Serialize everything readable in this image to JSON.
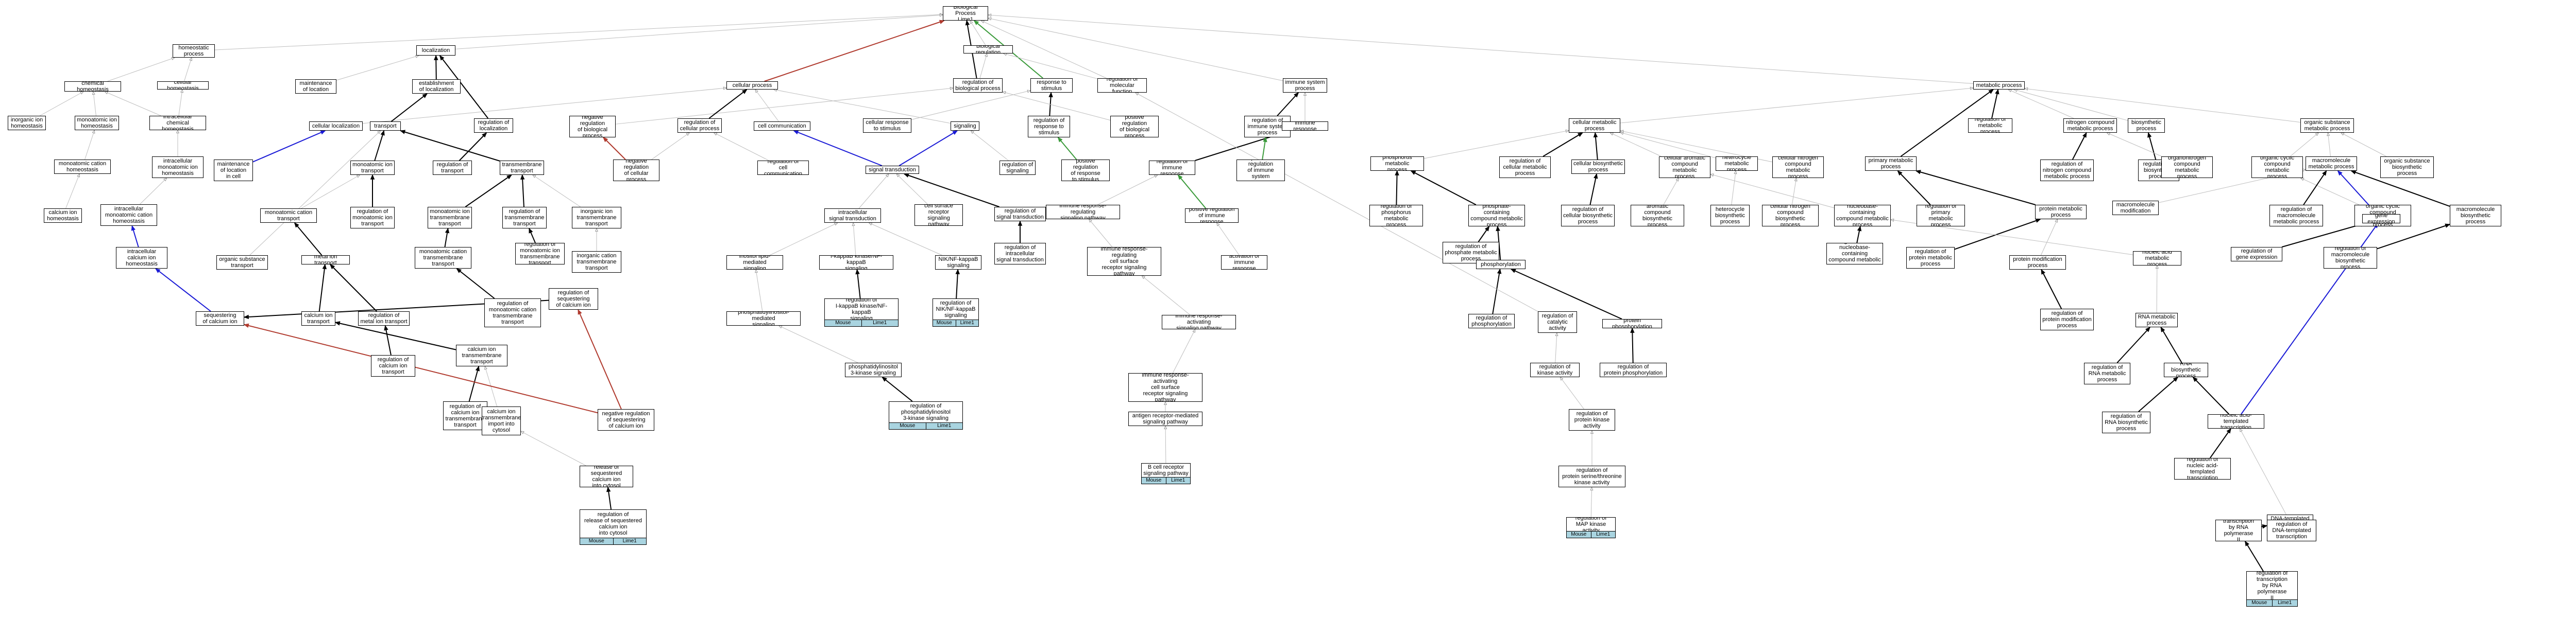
{
  "graph": {
    "nodes": [
      {
        "id": "root",
        "label": "Biological Process\nLime1"
      },
      {
        "id": "bioreg",
        "label": "biological regulation"
      },
      {
        "id": "homeo",
        "label": "homeostatic\nprocess"
      },
      {
        "id": "loc",
        "label": "localization"
      },
      {
        "id": "chemhomeo",
        "label": "chemical homeostasis"
      },
      {
        "id": "cellhomeo",
        "label": "cellular homeostasis"
      },
      {
        "id": "maintloc",
        "label": "maintenance\nof location"
      },
      {
        "id": "estloc",
        "label": "establishment\nof localization"
      },
      {
        "id": "cellproc",
        "label": "cellular process"
      },
      {
        "id": "regbio",
        "label": "regulation of\nbiological process"
      },
      {
        "id": "resp",
        "label": "response to\nstimulus"
      },
      {
        "id": "regmolfun",
        "label": "regulation of\nmolecular function"
      },
      {
        "id": "immsys",
        "label": "immune system\nprocess"
      },
      {
        "id": "metab",
        "label": "metabolic process"
      },
      {
        "id": "inorgion",
        "label": "inorganic ion\nhomeostasis"
      },
      {
        "id": "monoionhomeo",
        "label": "monoatomic ion\nhomeostasis"
      },
      {
        "id": "intracellchem",
        "label": "intracellular\nchemical homeostasis"
      },
      {
        "id": "cellloc",
        "label": "cellular localization"
      },
      {
        "id": "transport",
        "label": "transport"
      },
      {
        "id": "regloc",
        "label": "regulation of\nlocalization"
      },
      {
        "id": "negregbio",
        "label": "negative regulation\nof biological\nprocess"
      },
      {
        "id": "regcellproc",
        "label": "regulation of\ncellular process"
      },
      {
        "id": "cellcomm",
        "label": "cell communication"
      },
      {
        "id": "cellresp",
        "label": "cellular response\nto stimulus"
      },
      {
        "id": "signaling",
        "label": "signaling"
      },
      {
        "id": "regresp",
        "label": "regulation of\nresponse to\nstimulus"
      },
      {
        "id": "posregbio",
        "label": "positive regulation\nof biological\nprocess"
      },
      {
        "id": "regimmsys",
        "label": "regulation of\nimmune system\nprocess"
      },
      {
        "id": "immresp",
        "label": "immune response"
      },
      {
        "id": "cellmetab",
        "label": "cellular metabolic\nprocess"
      },
      {
        "id": "regmetab",
        "label": "regulation of\nmetabolic process"
      },
      {
        "id": "nitrocomp",
        "label": "nitrogen compound\nmetabolic process"
      },
      {
        "id": "biosyn",
        "label": "biosynthetic\nprocess"
      },
      {
        "id": "orgsub",
        "label": "organic substance\nmetabolic process"
      },
      {
        "id": "maintloccell",
        "label": "maintenance\nof location\nin cell"
      },
      {
        "id": "monocationhomeo",
        "label": "monoatomic cation\nhomeostasis"
      },
      {
        "id": "intramonohomeo",
        "label": "intracellular\nmonoatomic ion\nhomeostasis"
      },
      {
        "id": "monoiontrans",
        "label": "monoatomic ion\ntransport"
      },
      {
        "id": "regtrans",
        "label": "regulation of\ntransport"
      },
      {
        "id": "tmtrans",
        "label": "transmembrane\ntransport"
      },
      {
        "id": "negregcell",
        "label": "negative regulation\nof cellular\nprocess"
      },
      {
        "id": "regcellcomm",
        "label": "regulation of\ncell communication"
      },
      {
        "id": "sigtrans",
        "label": "signal transduction"
      },
      {
        "id": "regsig",
        "label": "regulation of\nsignaling"
      },
      {
        "id": "posregresp",
        "label": "positive regulation\nof response\nto stimulus"
      },
      {
        "id": "regimmresp",
        "label": "regulation of\nimmune response"
      },
      {
        "id": "posregimmsys",
        "label": "positive regulation\nof immune system\nprocess"
      },
      {
        "id": "phosmetab",
        "label": "phosphorus metabolic\nprocess"
      },
      {
        "id": "regcellmetab",
        "label": "regulation of\ncellular metabolic\nprocess"
      },
      {
        "id": "cellbiosyn",
        "label": "cellular biosynthetic\nprocess"
      },
      {
        "id": "cellarom",
        "label": "cellular aromatic\ncompound metabolic\nprocess"
      },
      {
        "id": "hetero",
        "label": "heterocycle\nmetabolic process"
      },
      {
        "id": "cellnitro",
        "label": "cellular nitrogen\ncompound metabolic\nprocess"
      },
      {
        "id": "primmetab",
        "label": "primary metabolic\nprocess"
      },
      {
        "id": "regnitro",
        "label": "regulation of\nnitrogen compound\nmetabolic process"
      },
      {
        "id": "regbiosyn",
        "label": "regulation of\nbiosynthetic\nprocess"
      },
      {
        "id": "organonitro",
        "label": "organonitrogen\ncompound metabolic\nprocess"
      },
      {
        "id": "orgcyc",
        "label": "organic cyclic\ncompound metabolic\nprocess"
      },
      {
        "id": "macromol",
        "label": "macromolecule\nmetabolic process"
      },
      {
        "id": "orgsubbio",
        "label": "organic substance\nbiosynthetic\nprocess"
      },
      {
        "id": "calcionhomeo",
        "label": "calcium ion\nhomeostasis"
      },
      {
        "id": "intramonocation",
        "label": "intracellular\nmonoatomic cation\nhomeostasis"
      },
      {
        "id": "monocationtrans",
        "label": "monoatomic cation\ntransport"
      },
      {
        "id": "regmonoion",
        "label": "regulation of\nmonoatomic ion\ntransport"
      },
      {
        "id": "monoiontm",
        "label": "monoatomic ion\ntransmembrane\ntransport"
      },
      {
        "id": "regtmtrans",
        "label": "regulation of\ntransmembrane\ntransport"
      },
      {
        "id": "inorgiontm",
        "label": "inorganic ion\ntransmembrane\ntransport"
      },
      {
        "id": "intrasigtrans",
        "label": "intracellular\nsignal transduction"
      },
      {
        "id": "cellsurfrec",
        "label": "cell surface\nreceptor signaling\npathway"
      },
      {
        "id": "regsigtrans",
        "label": "regulation of\nsignal transduction"
      },
      {
        "id": "imm_surf",
        "label": "immune response-regulating\nsignaling pathway"
      },
      {
        "id": "posregimmresp",
        "label": "positive regulation\nof immune response"
      },
      {
        "id": "regphosmetab",
        "label": "regulation of\nphosphorus metabolic\nprocess"
      },
      {
        "id": "phosphate",
        "label": "phosphate-containing\ncompound metabolic\nprocess"
      },
      {
        "id": "regcellbiosyn",
        "label": "regulation of\ncellular biosynthetic\nprocess"
      },
      {
        "id": "aromcomp",
        "label": "aromatic compound\nbiosynthetic\nprocess"
      },
      {
        "id": "heterobio",
        "label": "heterocycle\nbiosynthetic\nprocess"
      },
      {
        "id": "cellnitrobio",
        "label": "cellular nitrogen\ncompound biosynthetic\nprocess"
      },
      {
        "id": "nucleobase",
        "label": "nucleobase-containing\ncompound metabolic\nprocess"
      },
      {
        "id": "regprimmetab",
        "label": "regulation of\nprimary metabolic\nprocess"
      },
      {
        "id": "protmetab",
        "label": "protein metabolic\nprocess"
      },
      {
        "id": "macromodif",
        "label": "macromolecule\nmodification"
      },
      {
        "id": "orgcycbio",
        "label": "organic cyclic\ncompound biosynthetic\nprocess"
      },
      {
        "id": "regmacromol",
        "label": "regulation of\nmacromolecule\nmetabolic process"
      },
      {
        "id": "macrobio",
        "label": "macromolecule\nbiosynthetic\nprocess"
      },
      {
        "id": "intracalcium",
        "label": "intracellular\ncalcium ion\nhomeostasis"
      },
      {
        "id": "orgsubtrans",
        "label": "organic substance\ntransport"
      },
      {
        "id": "metaliontrans",
        "label": "metal ion transport"
      },
      {
        "id": "monocationtm",
        "label": "monoatomic cation\ntransmembrane\ntransport"
      },
      {
        "id": "regmonoiontm",
        "label": "regulation of\nmonoatomic ion\ntransmembrane\ntransport"
      },
      {
        "id": "inorgcation",
        "label": "inorganic cation\ntransmembrane\ntransport"
      },
      {
        "id": "regseqcalc",
        "label": "regulation of\nsequestering\nof calcium ion"
      },
      {
        "id": "inositol",
        "label": "inositol lipid-mediated\nsignaling"
      },
      {
        "id": "ikappab",
        "label": "I-kappaB kinase/NF-kappaB\nsignaling"
      },
      {
        "id": "nik",
        "label": "NIK/NF-kappaB\nsignaling"
      },
      {
        "id": "regintrasig",
        "label": "regulation of\nintracellular\nsignal transduction"
      },
      {
        "id": "imm_surface",
        "label": "immune response-regulating\ncell surface\nreceptor signaling\npathway"
      },
      {
        "id": "actimm",
        "label": "activation of\nimmune response"
      },
      {
        "id": "regphosphate",
        "label": "regulation of\nphosphate metabolic\nprocess"
      },
      {
        "id": "phosphorylation",
        "label": "phosphorylation"
      },
      {
        "id": "regnucleo",
        "label": "regulation of\nnucleobase-containing\ncompound metabolic\nprocess"
      },
      {
        "id": "regprotmetab",
        "label": "regulation of\nprotein metabolic\nprocess"
      },
      {
        "id": "protmod",
        "label": "protein modification\nprocess"
      },
      {
        "id": "nucleicmetab",
        "label": "nucleic acid\nmetabolic process"
      },
      {
        "id": "reggeneexp",
        "label": "regulation of\ngene expression"
      },
      {
        "id": "geneexp",
        "label": "gene expression"
      },
      {
        "id": "regmacrobio",
        "label": "regulation of\nmacromolecule\nbiosynthetic\nprocess"
      },
      {
        "id": "seqcalc",
        "label": "sequestering\nof calcium ion"
      },
      {
        "id": "calciontrans",
        "label": "calcium ion\ntransport"
      },
      {
        "id": "regmetalion",
        "label": "regulation of\nmetal ion transport"
      },
      {
        "id": "regmonocationtm",
        "label": "regulation of\nmonoatomic cation\ntransmembrane\ntransport"
      },
      {
        "id": "phosphatidyl",
        "label": "phosphatidylinositol-mediated\nsignaling"
      },
      {
        "id": "regikappab",
        "label": "regulation of\nI-kappaB kinase/NF-kappaB\nsignaling"
      },
      {
        "id": "regnik",
        "label": "regulation of\nNIK/NF-kappaB\nsignaling"
      },
      {
        "id": "imm_activating",
        "label": "immune response-activating\nsignaling pathway"
      },
      {
        "id": "regphosphoryl",
        "label": "regulation of\nphosphorylation"
      },
      {
        "id": "regcatalytic",
        "label": "regulation of\ncatalytic\nactivity"
      },
      {
        "id": "regprotmod",
        "label": "regulation of\nprotein modification\nprocess"
      },
      {
        "id": "protphos",
        "label": "protein phosphorylation"
      },
      {
        "id": "rnametab",
        "label": "RNA metabolic\nprocess"
      },
      {
        "id": "calcionsm",
        "label": "calcium ion\ntransmembrane\ntransport"
      },
      {
        "id": "regcalciontrans",
        "label": "regulation of\ncalcium ion\ntransport"
      },
      {
        "id": "regphosphatidyl",
        "label": "regulation of\nphosphatidylinositol\n3-kinase signaling"
      },
      {
        "id": "imm_act_surf",
        "label": "immune response-activating\ncell surface\nreceptor signaling\npathway"
      },
      {
        "id": "phosphatidyl3k",
        "label": "phosphatidylinositol\n3-kinase signaling"
      },
      {
        "id": "regkinase",
        "label": "regulation of\nkinase activity"
      },
      {
        "id": "regprotphos",
        "label": "regulation of\nprotein phosphorylation"
      },
      {
        "id": "regrnametab",
        "label": "regulation of\nRNA metabolic\nprocess"
      },
      {
        "id": "rnabiosyn",
        "label": "RNA biosynthetic\nprocess"
      },
      {
        "id": "regcalcionsm",
        "label": "regulation of\ncalcium ion\ntransmembrane\ntransport"
      },
      {
        "id": "calciontmimport",
        "label": "calcium ion\ntransmembrane\nimport into\ncytosol"
      },
      {
        "id": "negregseqcalc",
        "label": "negative regulation\nof sequestering\nof calcium ion"
      },
      {
        "id": "antigenrec",
        "label": "antigen receptor-mediated\nsignaling pathway"
      },
      {
        "id": "regprotkinase",
        "label": "regulation of\nprotein kinase\nactivity"
      },
      {
        "id": "regrnabiosyn",
        "label": "regulation of\nRNA biosynthetic\nprocess"
      },
      {
        "id": "nucleictemp",
        "label": "nucleic acid-templated\ntranscription"
      },
      {
        "id": "releaseseq",
        "label": "release of sequestered\ncalcium ion\ninto cytosol"
      },
      {
        "id": "bcellrec",
        "label": "B cell receptor\nsignaling pathway"
      },
      {
        "id": "regprotser",
        "label": "regulation of\nprotein serine/threonine\nkinase activity"
      },
      {
        "id": "regnucleictemp",
        "label": "regulation of\nnucleic acid-templated\ntranscription"
      },
      {
        "id": "dnatemp",
        "label": "DNA-templated\ntranscription"
      },
      {
        "id": "regrelease",
        "label": "regulation of\nrelease of sequestered\ncalcium ion\ninto cytosol"
      },
      {
        "id": "regmapk",
        "label": "regulation of\nMAP kinase activity"
      },
      {
        "id": "transcpol2",
        "label": "transcription\nby RNA polymerase\nII"
      },
      {
        "id": "regdnatemp",
        "label": "regulation of\nDNA-templated\ntranscription"
      },
      {
        "id": "regtranscpol2",
        "label": "regulation of\ntranscription\nby RNA polymerase\nII"
      }
    ],
    "tags": {
      "left": "Mouse",
      "right": "Lime1",
      "on_nodes": [
        "regrelease",
        "regikappab",
        "regnik",
        "regphosphatidyl",
        "bcellrec",
        "regmapk",
        "regtranscpol2"
      ]
    }
  }
}
